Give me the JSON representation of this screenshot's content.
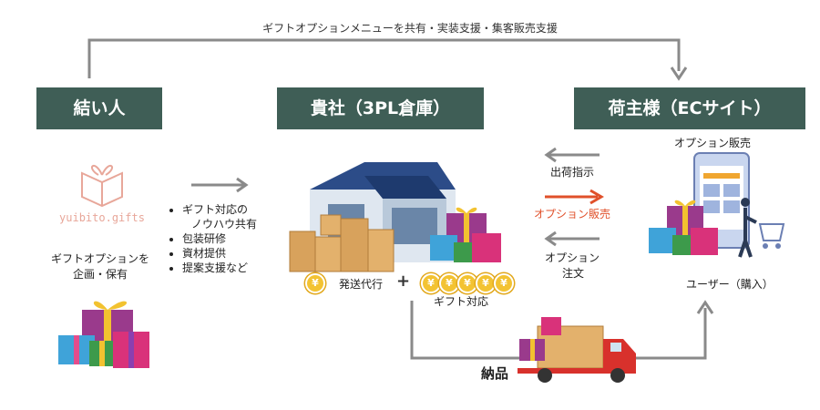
{
  "top_caption": "ギフトオプションメニューを共有・実装支援・集客販売支援",
  "headers": {
    "left": "結い人",
    "center": "貴社（3PL倉庫）",
    "right": "荷主様（ECサイト）"
  },
  "logo_text": "yuibito.gifts",
  "left_caption_line1": "ギフトオプションを",
  "left_caption_line2": "企画・保有",
  "support_items": [
    "ギフト対応の",
    "ノウハウ共有",
    "包装研修",
    "資材提供",
    "提案支援など"
  ],
  "warehouse": {
    "label_shipping": "発送代行",
    "plus": "+",
    "label_gift": "ギフト対応",
    "coin_symbol": "¥"
  },
  "arrows": {
    "shipping_instruction": "出荷指示",
    "option_sales": "オプション販売",
    "option_order_line1": "オプション",
    "option_order_line2": "注文"
  },
  "right": {
    "option_sales_label": "オプション販売",
    "user_label": "ユーザー（購入）"
  },
  "delivery_label": "納品",
  "colors": {
    "header_bg": "#3f5e56",
    "arrow_gray": "#8a8a8a",
    "arrow_orange": "#e0502a",
    "coin_gold": "#f3c332",
    "logo_pink": "#e8a79a"
  }
}
